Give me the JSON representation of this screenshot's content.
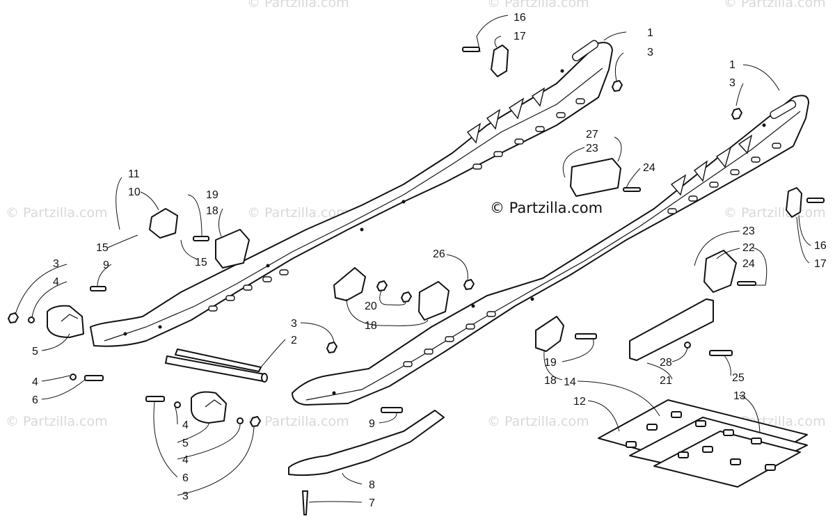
{
  "watermark": {
    "main": "© Partzilla.com",
    "ghost": "© Partzilla.com"
  },
  "callouts": {
    "c1a": "1",
    "c3a": "3",
    "c16a": "16",
    "c17a": "17",
    "c1b": "1",
    "c3b": "3",
    "c27": "27",
    "c23a": "23",
    "c24a": "24",
    "c11": "11",
    "c10": "10",
    "c19a": "19",
    "c18a": "18",
    "c15a": "15",
    "c15b": "15",
    "c3c": "3",
    "c4a": "4",
    "c9a": "9",
    "c5a": "5",
    "c4b": "4",
    "c6a": "6",
    "c26": "26",
    "c20": "20",
    "c18b": "18",
    "c23b": "23",
    "c22": "22",
    "c24b": "24",
    "c16b": "16",
    "c17b": "17",
    "c3d": "3",
    "c2": "2",
    "c19b": "19",
    "c18c": "18",
    "c28": "28",
    "c21": "21",
    "c25": "25",
    "c14": "14",
    "c12": "12",
    "c13": "13",
    "c9b": "9",
    "c4c": "4",
    "c5b": "5",
    "c4d": "4",
    "c6b": "6",
    "c3e": "3",
    "c8": "8",
    "c7": "7"
  }
}
